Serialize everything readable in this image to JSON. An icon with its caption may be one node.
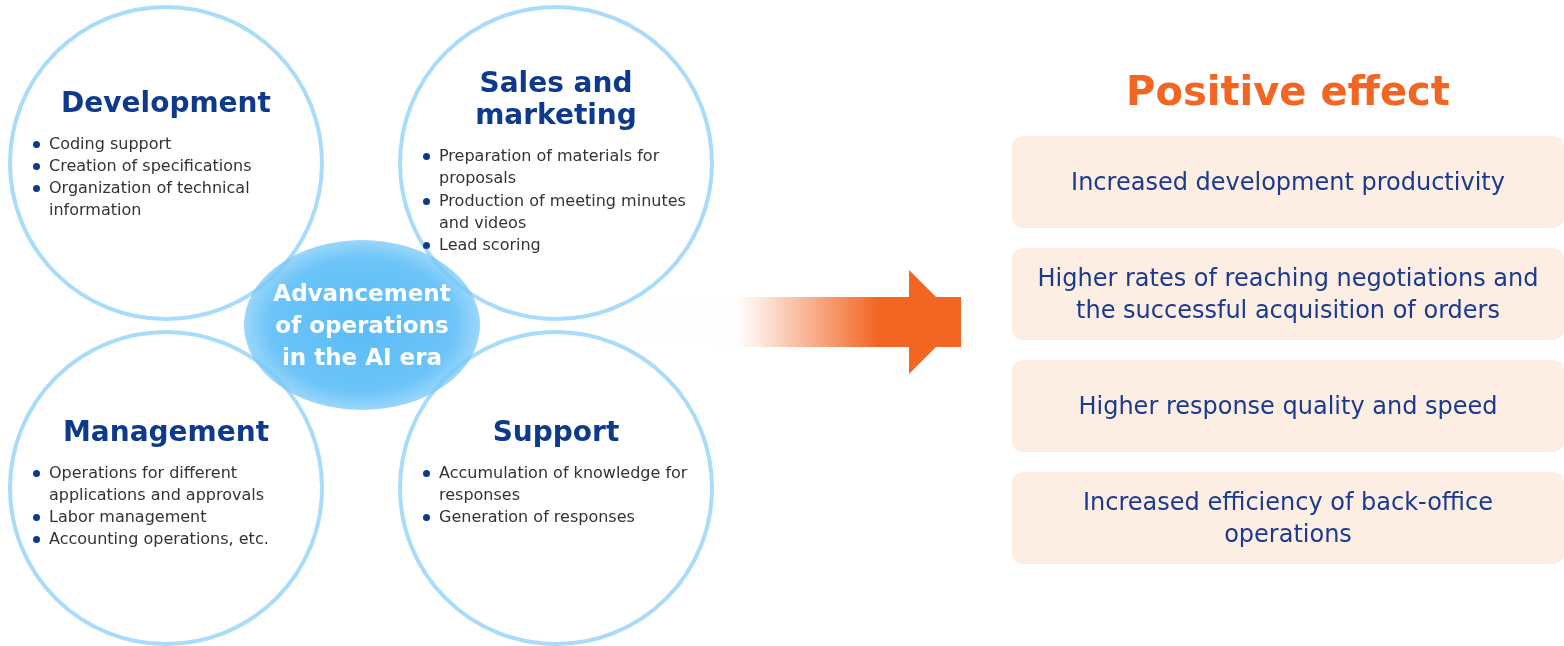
{
  "diagram": {
    "nodes": [
      {
        "text": [
          "Advancement of operations in the AI era"
        ]
      },
      {
        "text": [
          "Development",
          "Coding support",
          "Creation of specifications",
          "Organization of technical information"
        ]
      },
      {
        "text": [
          "Sales and marketing",
          "Preparation of materials for proposals",
          "Production of meeting minutes and videos",
          "Lead scoring"
        ]
      },
      {
        "text": [
          "Management",
          "Operations for different applications and approvals",
          "Labor management",
          "Accounting operations, etc."
        ]
      },
      {
        "text": [
          "Support",
          "Accumulation of knowledge for responses",
          "Generation of responses"
        ]
      },
      {
        "text": [
          "Positive effect"
        ]
      },
      {
        "text": [
          "Increased development productivity"
        ],
        "in": 5
      },
      {
        "text": [
          "Higher rates of reaching negotiations and the successful acquisition of orders"
        ],
        "in": 5
      },
      {
        "text": [
          "Higher response quality and speed"
        ],
        "in": 5
      },
      {
        "text": [
          "Increased efficiency of back-office operations"
        ],
        "in": 5
      }
    ],
    "edges": [
      {
        "from": 0,
        "to": 5,
        "arrow": "to",
        "style": "thick",
        "color": "#f26522"
      }
    ]
  }
}
